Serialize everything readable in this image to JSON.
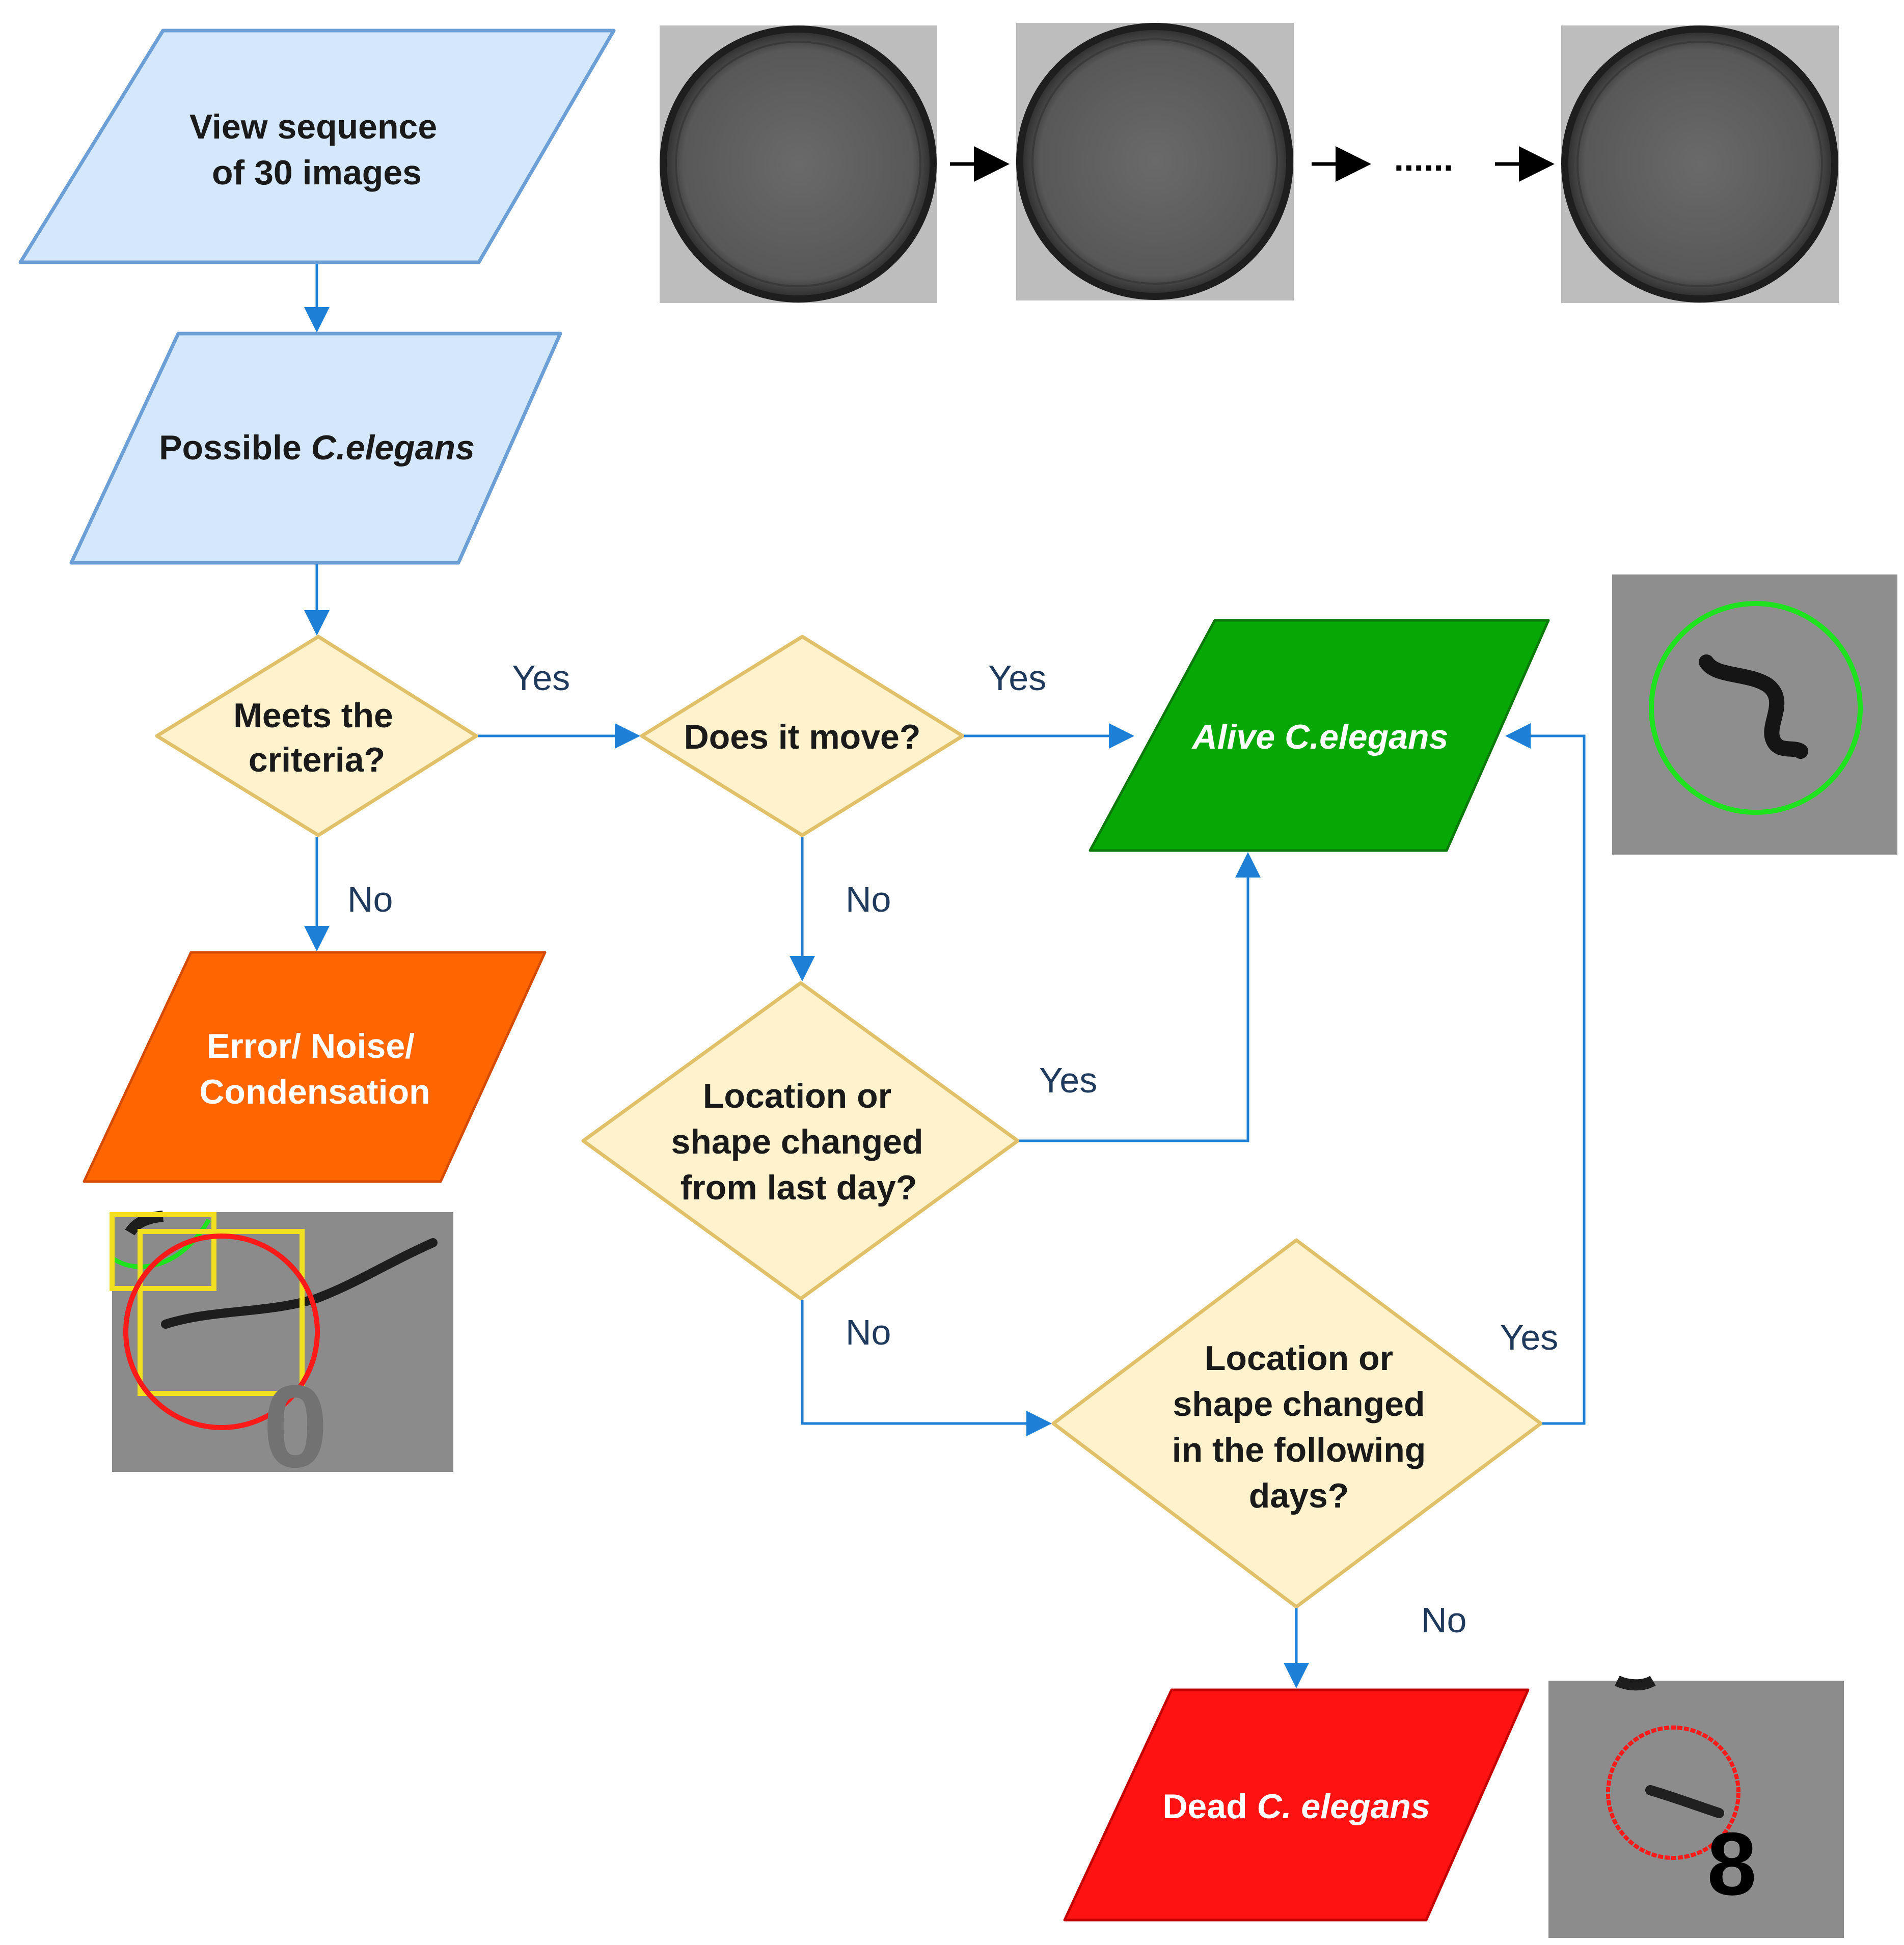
{
  "nodes": {
    "view_sequence": {
      "line1": "View sequence",
      "line2": "of 30 images"
    },
    "possible": {
      "prefix": "Possible ",
      "italic": "C.elegans"
    },
    "meets_criteria": {
      "line1": "Meets the",
      "line2": "criteria?"
    },
    "does_it_move": {
      "text": "Does it move?"
    },
    "alive": {
      "prefix": "Alive ",
      "italic": "C.elegans"
    },
    "error": {
      "line1": "Error/ Noise/",
      "line2": "Condensation"
    },
    "changed_last_day": {
      "line1": "Location or",
      "line2": "shape changed",
      "line3": "from last day?"
    },
    "changed_following": {
      "line1": "Location or",
      "line2": "shape changed",
      "line3": "in the following",
      "line4": "days?"
    },
    "dead": {
      "prefix": "Dead ",
      "italic": "C. elegans"
    }
  },
  "sequence": {
    "ellipsis": "......"
  },
  "edges": {
    "criteria_yes": "Yes",
    "criteria_no": "No",
    "move_yes": "Yes",
    "move_no": "No",
    "lastday_yes": "Yes",
    "lastday_no": "No",
    "following_yes": "Yes",
    "following_no": "No"
  },
  "thumbnails": {
    "noise_digit": "0",
    "dead_digit": "8"
  },
  "colors": {
    "blue_fill": "#d5e8fb",
    "blue_stroke": "#6c9fd5",
    "diamond_fill": "#fff2cc",
    "diamond_stroke": "#e0c16a",
    "alive_fill": "#05a805",
    "error_fill": "#ff6600",
    "dead_fill": "#ff1212",
    "arrow": "#1e7fd6"
  }
}
